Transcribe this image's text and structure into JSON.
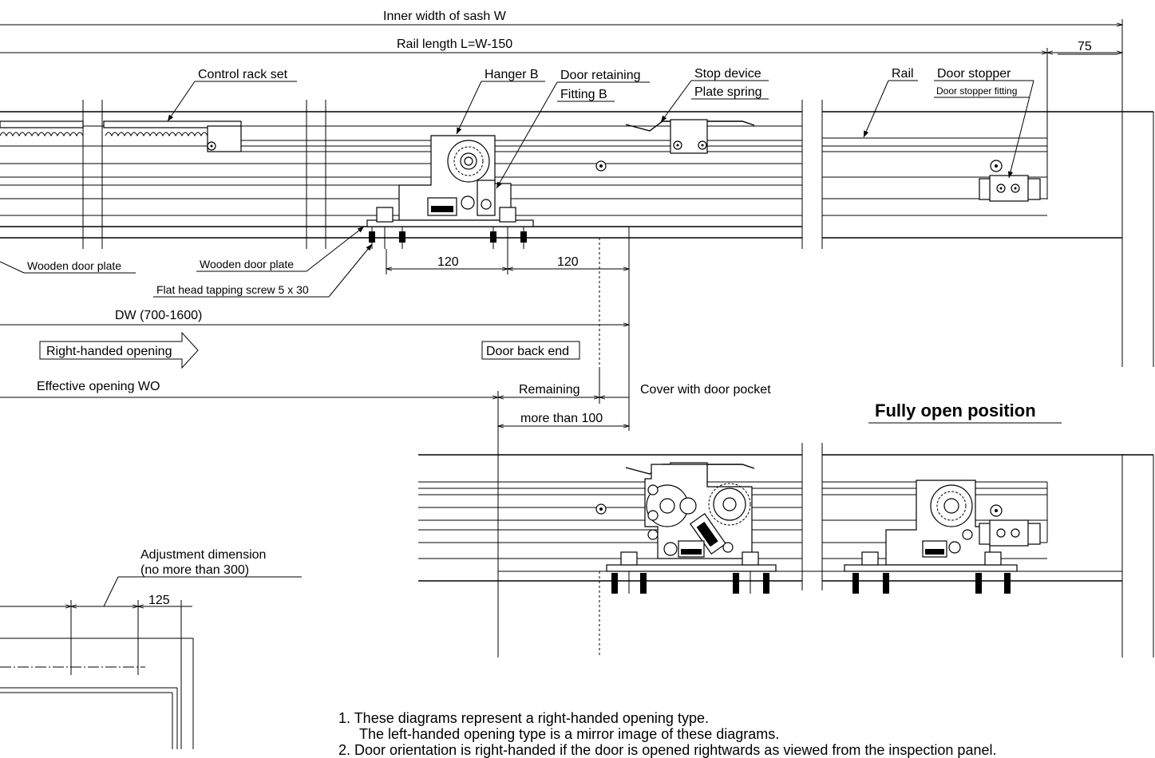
{
  "dimensions": {
    "inner_width": "Inner width of sash W",
    "rail_length": "Rail length L=W-150",
    "offset_75": "75",
    "dim_120_a": "120",
    "dim_120_b": "120",
    "door_width": "DW (700-1600)",
    "effective_opening": "Effective opening WO",
    "remaining": "Remaining",
    "more_than_100": "more than 100",
    "adjustment_line1": "Adjustment dimension",
    "adjustment_line2": "(no more than 300)",
    "dim_125": "125"
  },
  "labels": {
    "control_rack_set": "Control rack set",
    "hanger_b": "Hanger B",
    "door_retaining": "Door retaining",
    "fitting_b": "Fitting B",
    "stop_device": "Stop device",
    "plate_spring": "Plate spring",
    "rail": "Rail",
    "door_stopper": "Door stopper",
    "door_stopper_fitting": "Door stopper fitting",
    "wooden_door_plate_left": "Wooden door plate",
    "wooden_door_plate_right": "Wooden door plate",
    "flat_head_screw": "Flat head tapping screw 5 x 30",
    "right_handed_opening": "Right-handed opening",
    "door_back_end": "Door back end",
    "cover_with_door_pocket": "Cover with door pocket",
    "fully_open_position": "Fully open position"
  },
  "notes": [
    "1.  These diagrams represent a right-handed opening type.",
    "The left-handed opening type is a mirror image of these diagrams.",
    "2.  Door orientation is right-handed if the door is opened rightwards as viewed from the inspection panel."
  ]
}
